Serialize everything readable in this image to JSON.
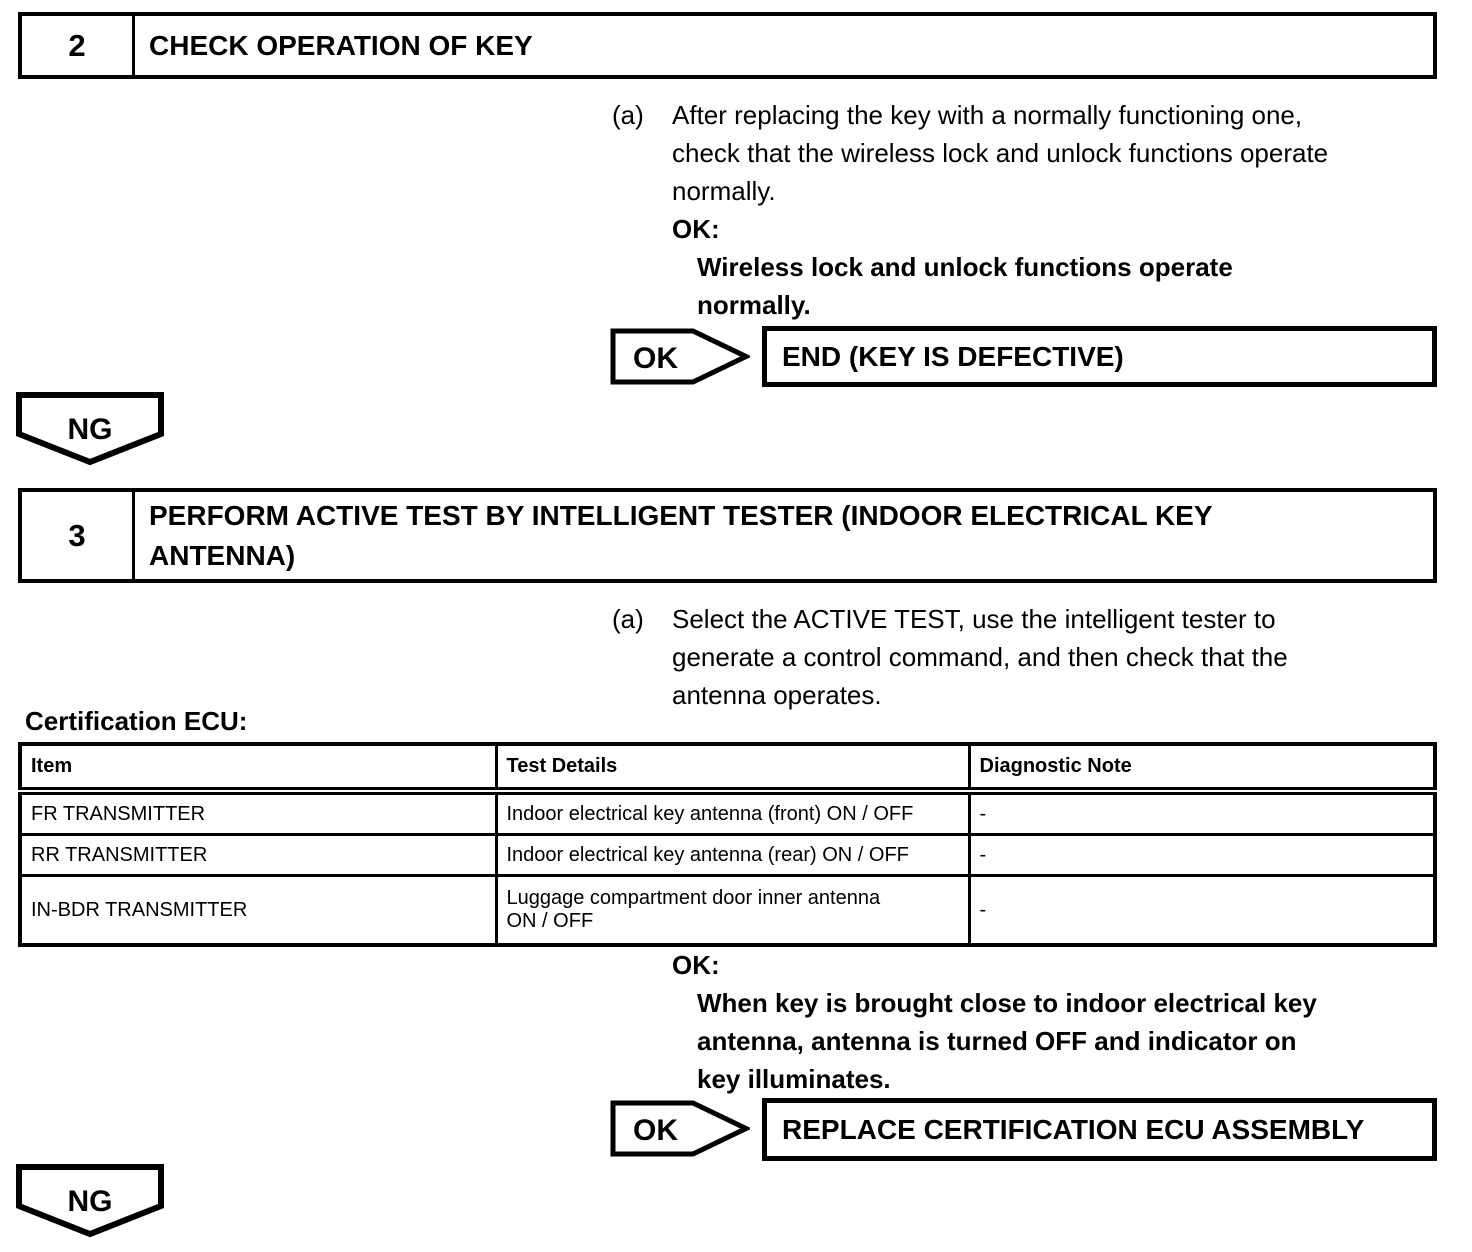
{
  "step2": {
    "number": "2",
    "title_lines": [
      "CHECK OPERATION OF KEY"
    ],
    "para_marker": "(a)",
    "para_lines": [
      "After replacing the key with a normally functioning one,",
      "check that the wireless lock and unlock functions operate",
      "normally."
    ],
    "ok_label": "OK:",
    "ok_lines": [
      "Wireless lock and unlock functions operate",
      "normally."
    ],
    "ok_flag": "OK",
    "result": "END (KEY IS DEFECTIVE)",
    "ng_flag": "NG"
  },
  "step3": {
    "number": "3",
    "title_lines": [
      "PERFORM ACTIVE TEST BY INTELLIGENT TESTER (INDOOR ELECTRICAL KEY",
      "ANTENNA)"
    ],
    "para_marker": "(a)",
    "para_lines": [
      "Select the ACTIVE TEST, use the intelligent tester to",
      "generate a control command, and then check that the",
      "antenna operates."
    ],
    "table_caption": "Certification ECU:",
    "table": {
      "headers": [
        "Item",
        "Test Details",
        "Diagnostic Note"
      ],
      "rows": [
        [
          "FR TRANSMITTER",
          "Indoor electrical key antenna (front) ON / OFF",
          "-"
        ],
        [
          "RR TRANSMITTER",
          "Indoor electrical key antenna (rear) ON / OFF",
          "-"
        ],
        [
          "IN-BDR TRANSMITTER",
          "Luggage compartment door inner antenna\nON / OFF",
          "-"
        ]
      ]
    },
    "ok_label": "OK:",
    "ok_lines": [
      "When key is brought close to indoor electrical key",
      "antenna, antenna is turned OFF and indicator on",
      "key illuminates."
    ],
    "ok_flag": "OK",
    "result": "REPLACE CERTIFICATION ECU ASSEMBLY",
    "ng_flag": "NG"
  }
}
